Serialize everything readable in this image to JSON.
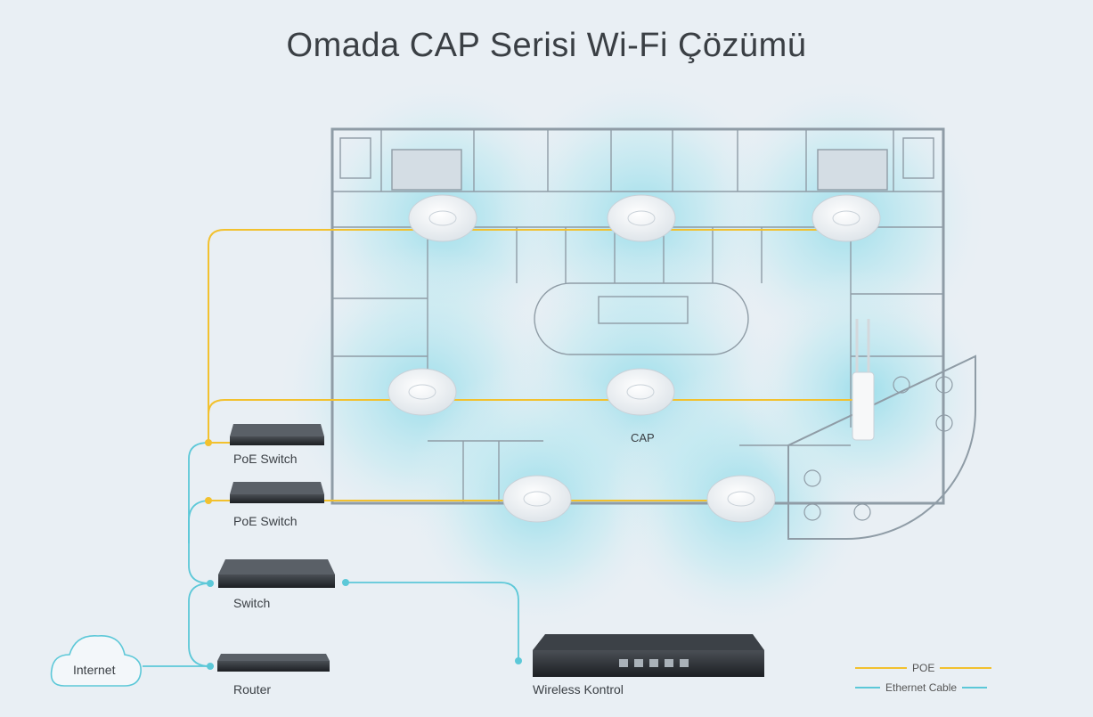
{
  "title": "Omada CAP Serisi Wi-Fi Çözümü",
  "devices": {
    "cap_label": "CAP",
    "poe_switch_1": "PoE Switch",
    "poe_switch_2": "PoE Switch",
    "switch": "Switch",
    "router": "Router",
    "internet": "Internet",
    "controller": "Wireless Kontrol"
  },
  "legend": {
    "poe": "POE",
    "ethernet": "Ethernet Cable"
  },
  "colors": {
    "poe_line": "#f2c12e",
    "ethernet_line": "#5cc8d8",
    "background": "#e9eff4",
    "wall": "#8f9ca6",
    "coverage": "#7fd3e3"
  },
  "icons": [
    "access-point-icon",
    "outdoor-access-point-icon",
    "switch-icon",
    "router-icon",
    "controller-icon",
    "cloud-icon"
  ]
}
